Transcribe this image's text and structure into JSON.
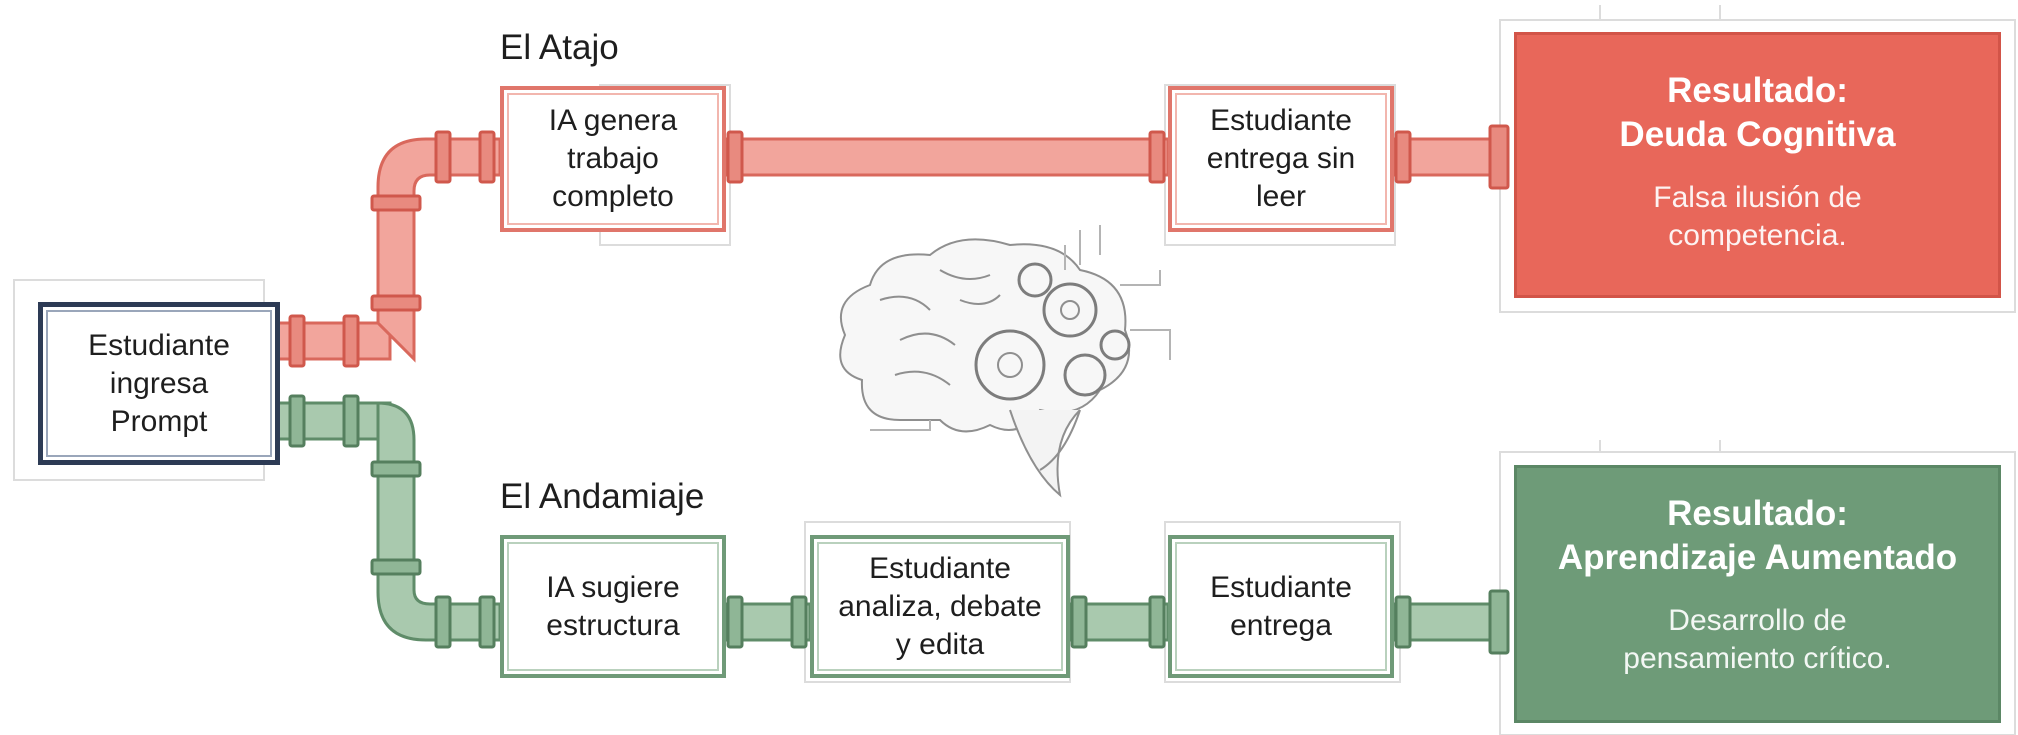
{
  "start": {
    "label": "Estudiante ingresa Prompt"
  },
  "shortcut": {
    "title": "El Atajo",
    "color": "#e8675a",
    "steps": [
      {
        "label": "IA genera trabajo completo"
      },
      {
        "label": "Estudiante entrega sin leer"
      }
    ],
    "result": {
      "title": "Resultado:",
      "subtitle": "Deuda Cognitiva",
      "description": "Falsa ilusión de competencia."
    }
  },
  "scaffold": {
    "title": "El Andamiaje",
    "color": "#6e9b78",
    "steps": [
      {
        "label": "IA sugiere estructura"
      },
      {
        "label": "Estudiante analiza, debate y edita"
      },
      {
        "label": "Estudiante entrega"
      }
    ],
    "result": {
      "title": "Resultado:",
      "subtitle": "Aprendizaje Aumentado",
      "description": "Desarrollo de pensamiento crítico."
    }
  },
  "icons": {
    "center": "brain-gears-icon"
  }
}
